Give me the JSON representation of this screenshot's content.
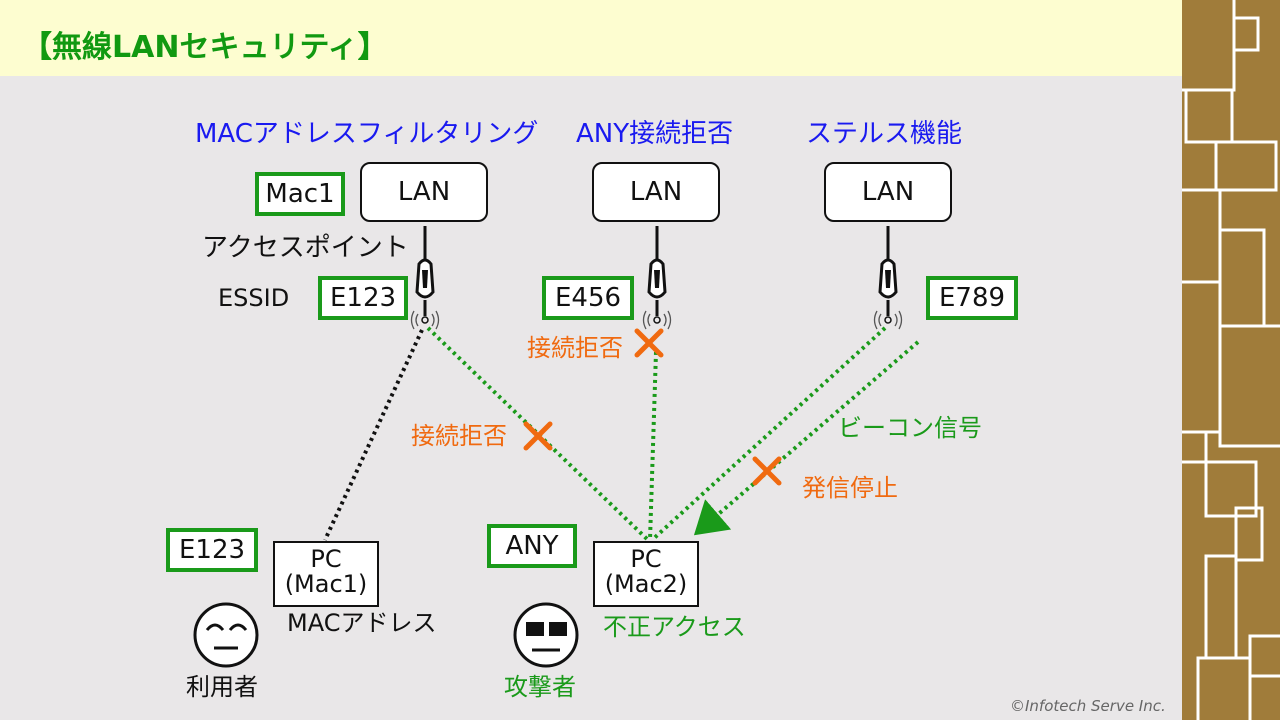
{
  "title": "【無線LANセキュリティ】",
  "sections": {
    "mac_filtering": "MACアドレスフィルタリング",
    "any_reject": "ANY接続拒否",
    "stealth": "ステルス機能"
  },
  "lan_label": "LAN",
  "labels": {
    "access_point": "アクセスポイント",
    "essid": "ESSID",
    "mac_address": "MACアドレス",
    "user": "利用者",
    "attacker": "攻撃者",
    "unauthorized_access": "不正アクセス",
    "beacon_signal": "ビーコン信号",
    "stop_sending": "発信停止",
    "reject_1": "接続拒否",
    "reject_2": "接続拒否"
  },
  "boxes": {
    "mac1": "Mac1",
    "essid_1": "E123",
    "essid_2": "E456",
    "essid_3": "E789",
    "user_essid": "E123",
    "attacker_essid": "ANY"
  },
  "pcs": {
    "user_line1": "PC",
    "user_line2": "(Mac1)",
    "attacker_line1": "PC",
    "attacker_line2": "(Mac2)"
  },
  "copyright": "©Infotech Serve Inc.",
  "colors": {
    "title_green": "#119911",
    "heading_blue": "#1a1af0",
    "reject_orange": "#f06a10",
    "path_green": "#1a9a1a",
    "deco_brown": "#a07c3a"
  }
}
